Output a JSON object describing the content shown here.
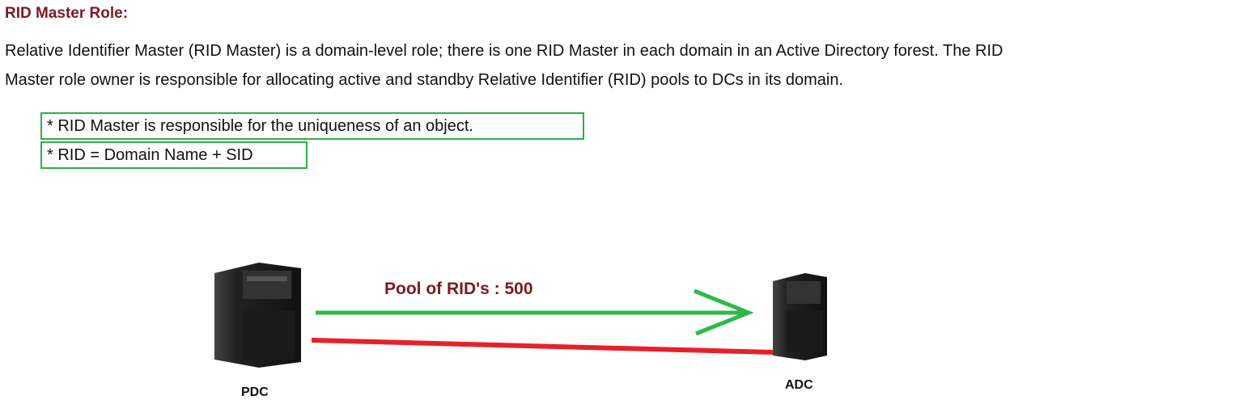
{
  "title": "RID Master Role:",
  "paragraph": [
    "Relative Identifier Master (RID Master) is a domain-level role; there is one RID Master in each domain in an Active Directory forest. The RID",
    "Master role owner is responsible for allocating active and standby Relative Identifier (RID) pools to DCs in its domain."
  ],
  "notes": [
    "* RID Master is responsible for the uniqueness of an object.",
    "* RID = Domain Name + SID"
  ],
  "diagram": {
    "arrow_label": "Pool of RID's : 500",
    "left_server": "PDC",
    "right_server": "ADC",
    "colors": {
      "arrow": "#2fb84a",
      "line": "#e8202a",
      "label": "#7b1a22"
    }
  }
}
